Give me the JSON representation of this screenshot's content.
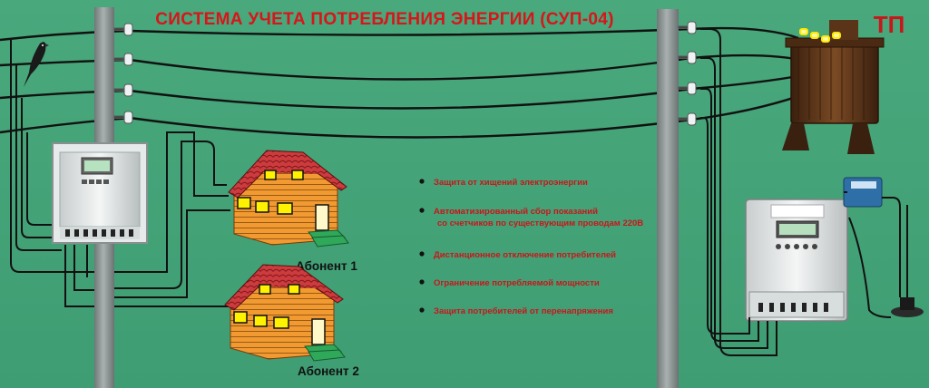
{
  "title": "СИСТЕМА УЧЕТА ПОТРЕБЛЕНИЯ ЭНЕРГИИ (СУП-04)",
  "substation_label": "ТП",
  "subscribers": [
    "Абонент 1",
    "Абонент 2"
  ],
  "features": [
    [
      "Защита от хищений электроэнергии"
    ],
    [
      "Автоматизированный сбор показаний",
      "со счетчиков по существующим проводам 220В"
    ],
    [
      "Дистанционное отключение потребителей"
    ],
    [
      "Ограничение потребляемой мощности"
    ],
    [
      "Защита потребителей от перенапряжения"
    ]
  ],
  "colors": {
    "background": "#44a378",
    "title": "#d8151a",
    "roof": "#c8343a",
    "wall": "#f29a32",
    "window": "#fff200",
    "pole": "#8e9696"
  }
}
